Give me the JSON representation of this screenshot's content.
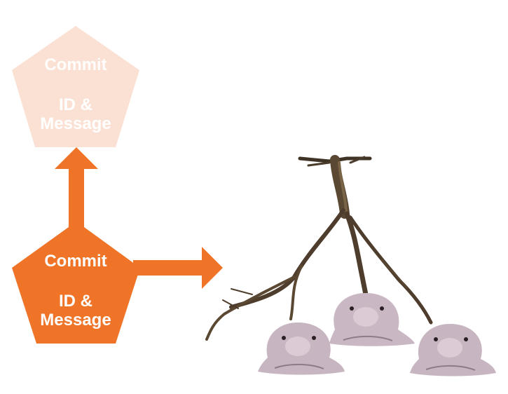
{
  "colors": {
    "commit_fill": "#ef7428",
    "parent_commit_fill": "#fbe1d3",
    "arrow": "#ef7428",
    "background": "#ffffff"
  },
  "parent_commit": {
    "title": "Commit",
    "line1": "ID &",
    "line2": "Message"
  },
  "current_commit": {
    "title": "Commit",
    "line1": "ID &",
    "line2": "Message"
  },
  "tree_image": {
    "icon": "tree-root-with-blobfish-icon"
  }
}
